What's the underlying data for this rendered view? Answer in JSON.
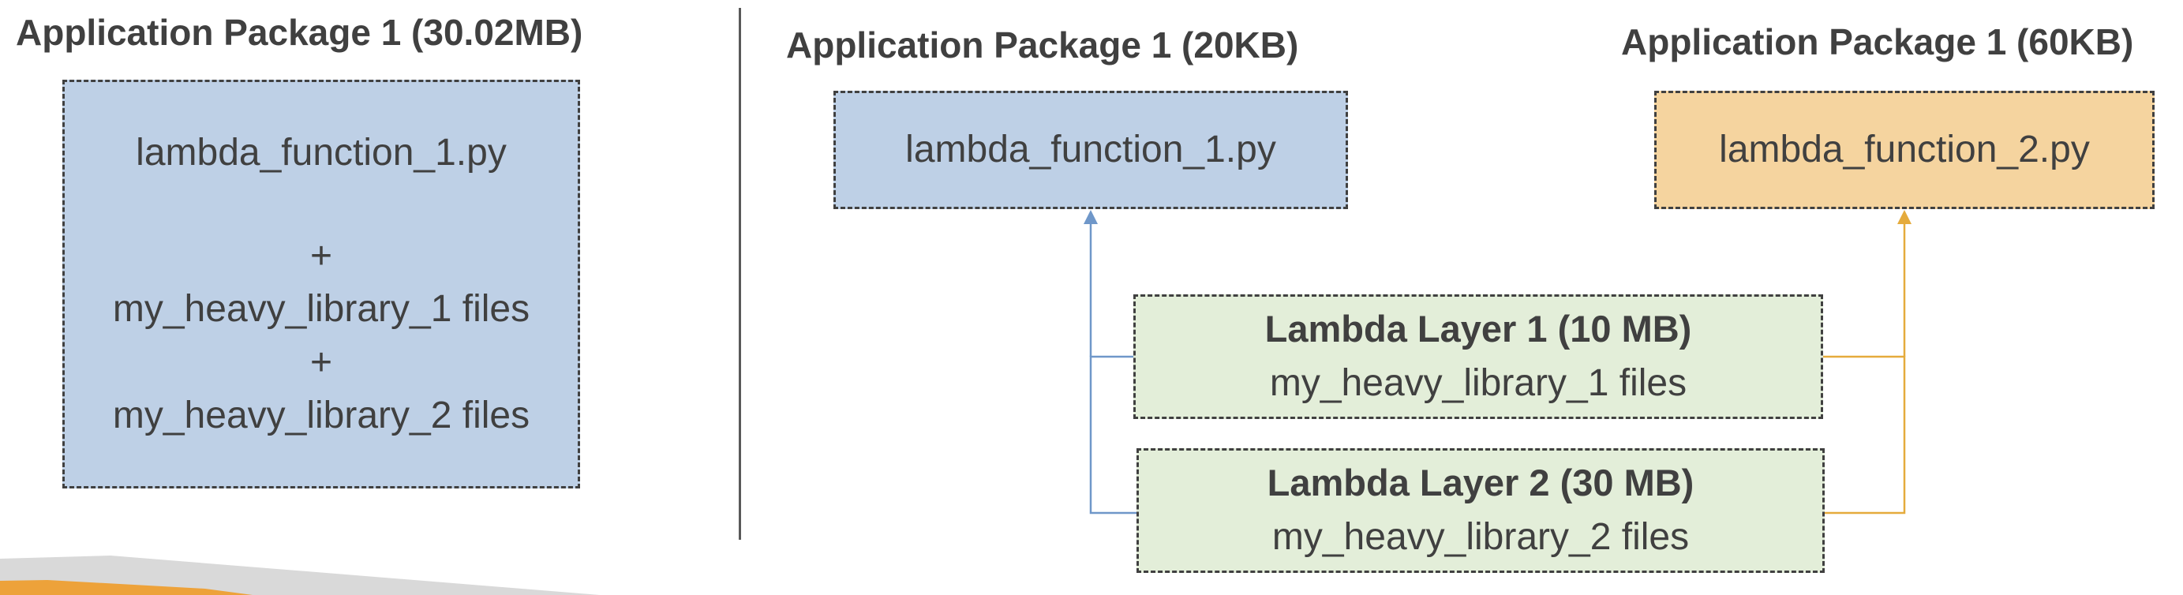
{
  "left_panel": {
    "title": "Application Package 1 (30.02MB)",
    "box_lines": [
      "lambda_function_1.py",
      "+",
      "my_heavy_library_1 files",
      "+",
      "my_heavy_library_2 files"
    ]
  },
  "right_panel": {
    "package_a": {
      "title": "Application Package 1 (20KB)",
      "file": "lambda_function_1.py"
    },
    "package_b": {
      "title": "Application Package 1 (60KB)",
      "file": "lambda_function_2.py"
    },
    "layers": [
      {
        "name": "Lambda Layer 1 (10 MB)",
        "content": "my_heavy_library_1 files"
      },
      {
        "name": "Lambda Layer 2 (30 MB)",
        "content": "my_heavy_library_2 files"
      }
    ]
  },
  "colors": {
    "package_blue": "#bed0e6",
    "package_orange": "#f5d49f",
    "layer_green": "#e3eed9",
    "connector_blue": "#6f97c9",
    "connector_orange": "#e5ab3c",
    "band_orange": "#eda23a",
    "band_gray": "#d9d9d9",
    "text": "#404040"
  }
}
